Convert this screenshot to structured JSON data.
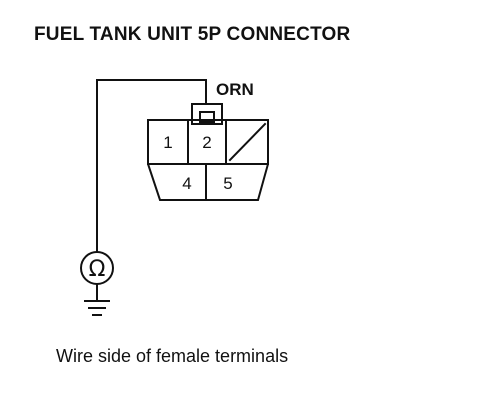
{
  "title": "FUEL TANK UNIT 5P CONNECTOR",
  "wire_color": "ORN",
  "caption": "Wire side of female terminals",
  "pins": {
    "p1": "1",
    "p2": "2",
    "p4": "4",
    "p5": "5"
  },
  "meter_symbol": "Ω",
  "icons": [
    "ohmmeter-icon",
    "ground-icon"
  ]
}
